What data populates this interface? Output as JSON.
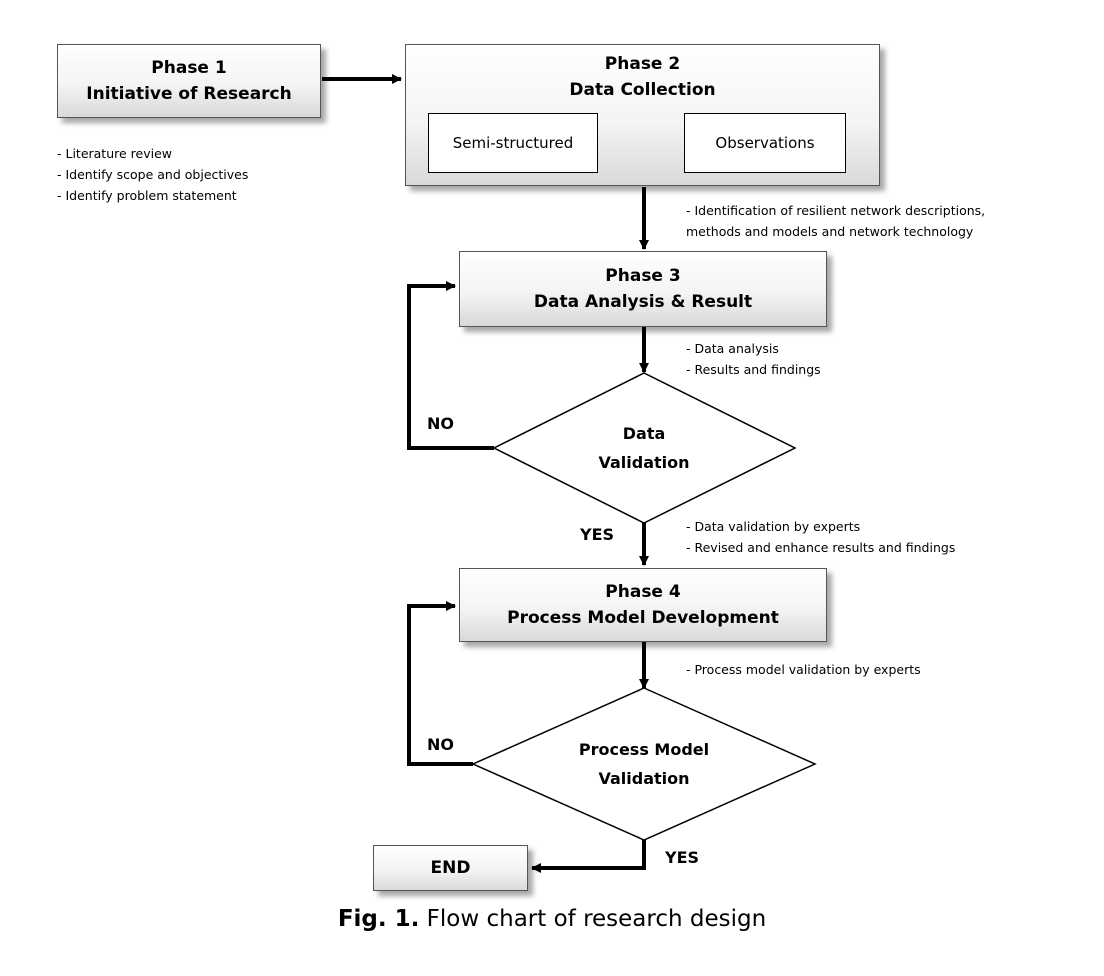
{
  "phase1": {
    "title": "Phase 1",
    "name": "Initiative of Research",
    "notes": [
      "- Literature review",
      "- Identify scope and objectives",
      "- Identify problem statement"
    ]
  },
  "phase2": {
    "title": "Phase 2",
    "name": "Data Collection",
    "methods": [
      "Semi-structured",
      "Observations"
    ],
    "notes": [
      "- Identification of resilient network descriptions,",
      "methods and models and network technology"
    ]
  },
  "phase3": {
    "title": "Phase 3",
    "name": "Data Analysis & Result",
    "notes": [
      "- Data analysis",
      "- Results and findings"
    ]
  },
  "decision1": {
    "line1": "Data",
    "line2": "Validation",
    "no_label": "NO",
    "yes_label": "YES",
    "notes": [
      "- Data validation by experts",
      "- Revised and enhance results and findings"
    ]
  },
  "phase4": {
    "title": "Phase 4",
    "name": "Process Model Development",
    "notes": [
      "- Process model validation by experts"
    ]
  },
  "decision2": {
    "line1": "Process Model",
    "line2": "Validation",
    "no_label": "NO",
    "yes_label": "YES"
  },
  "end": {
    "label": "END"
  },
  "caption": {
    "prefix": "Fig. 1.",
    "text": " Flow chart of research design"
  }
}
